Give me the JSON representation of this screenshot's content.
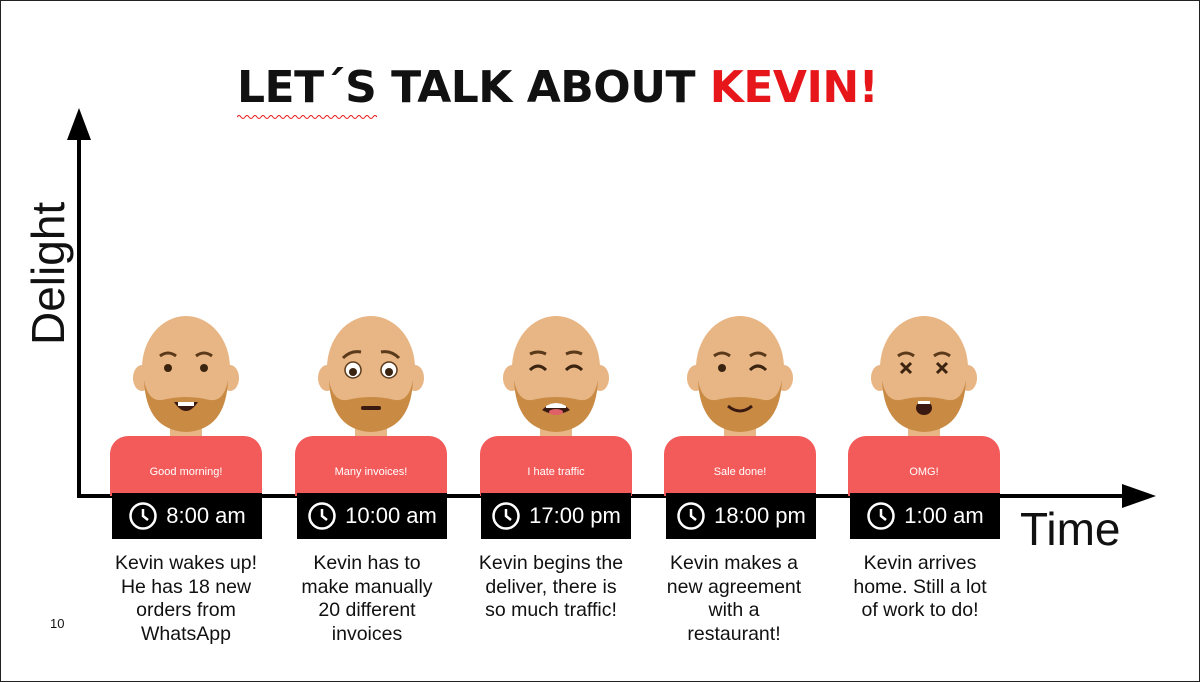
{
  "title": {
    "part1": "LET´S TALK ABOUT ",
    "part2": "KEVIN!"
  },
  "axes": {
    "y_label": "Delight",
    "x_label": "Time"
  },
  "page_number": "10",
  "colors": {
    "accent": "#e6161a",
    "shirt": "#f35a5a",
    "skin": "#e8b585",
    "beard": "#c98b44",
    "time_box": "#000000"
  },
  "stages": [
    {
      "caption": "Good morning!",
      "time": "8:00 am",
      "description": [
        "Kevin wakes up!",
        "He has 18 new",
        "orders from",
        "WhatsApp"
      ],
      "expression": "happy"
    },
    {
      "caption": "Many invoices!",
      "time": "10:00 am",
      "description": [
        "Kevin has to",
        "make manually",
        "20 different",
        "invoices"
      ],
      "expression": "worried"
    },
    {
      "caption": "I hate traffic",
      "time": "17:00 pm",
      "description": [
        "Kevin begins the",
        "deliver, there is",
        "so much traffic!"
      ],
      "expression": "angry"
    },
    {
      "caption": "Sale done!",
      "time": "18:00 pm",
      "description": [
        "Kevin makes a",
        "new agreement",
        "with a",
        "restaurant!"
      ],
      "expression": "wink"
    },
    {
      "caption": "OMG!",
      "time": "1:00 am",
      "description": [
        "Kevin arrives",
        "home. Still a lot",
        "of work to do!"
      ],
      "expression": "exhausted"
    }
  ]
}
